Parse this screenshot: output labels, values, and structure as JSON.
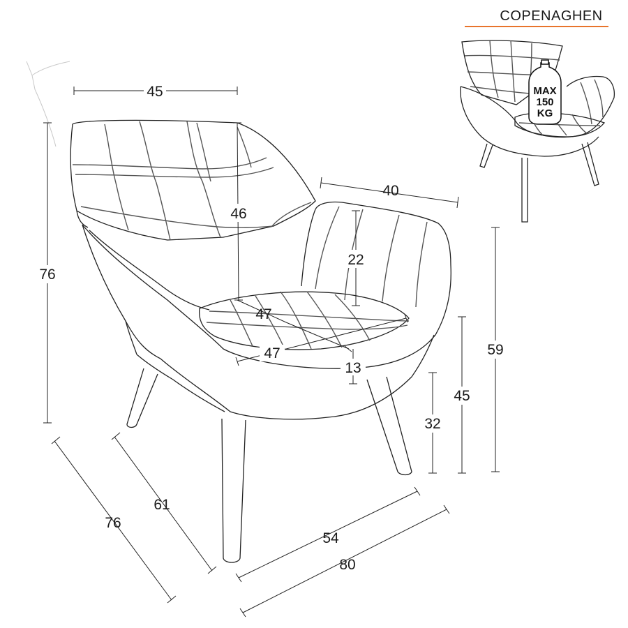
{
  "header": {
    "product_name": "COPENAGHEN",
    "accent_color": "#e8742c"
  },
  "badge": {
    "line1": "MAX",
    "line2": "150",
    "line3": "KG",
    "icon": "weight-bottle-icon"
  },
  "dimensions": {
    "back_width": "45",
    "back_height": "46",
    "armrest_depth": "40",
    "armrest_height": "22",
    "seat_width_back": "47",
    "seat_width_front": "47",
    "seat_thickness": "13",
    "total_height": "76",
    "armrest_floor_height": "59",
    "seat_height": "45",
    "leg_height": "32",
    "total_depth": "76",
    "leg_depth": "61",
    "leg_width": "54",
    "total_width": "80"
  }
}
